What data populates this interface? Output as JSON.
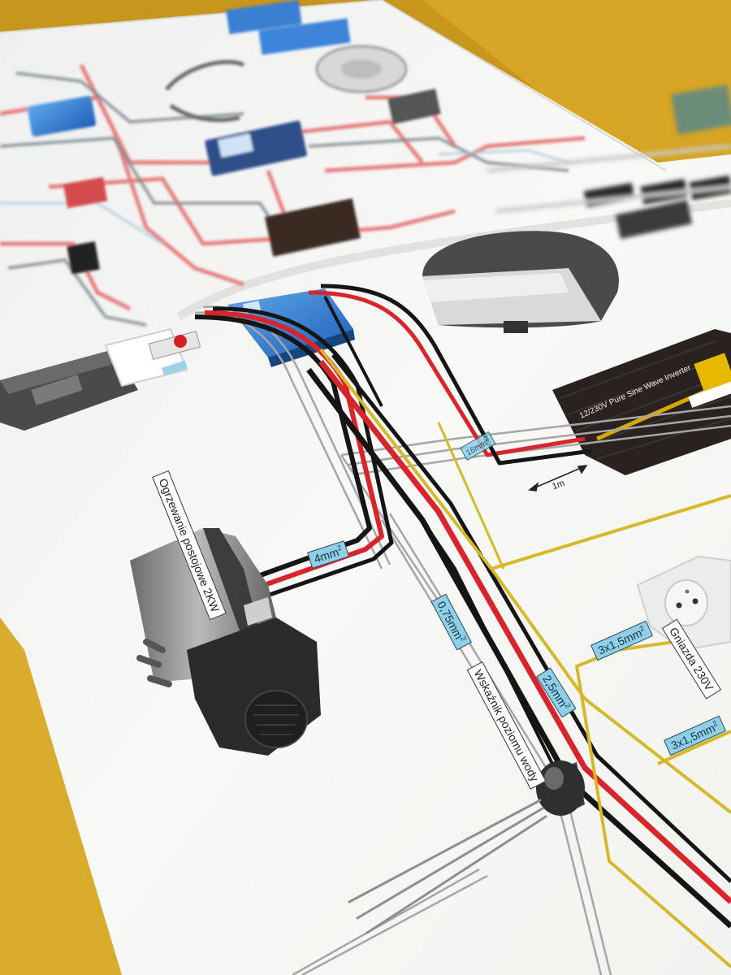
{
  "scene": {
    "description_kind": "photo of an open printed wiring-diagram booklet",
    "colors": {
      "background_yellow": "#d7a626",
      "paper": "#f7f7f5",
      "wire_red": "#d8252b",
      "wire_black": "#151515",
      "wire_yellow": "#d6b92a",
      "wire_grey": "#9a9a9a",
      "label_blue": "#8fd0e8"
    }
  },
  "labels": {
    "heater": "Ogrzewanie postojowe 2KW",
    "water_sensor": "Wskaźnik poziomu wody",
    "sockets": "Gniazda 230V",
    "inverter": "12/230V Pure Sine Wave Inverter",
    "measure": "1m"
  },
  "wire_labels": {
    "w4": "4mm",
    "w075": "0,75mm",
    "w25": "2,5mm",
    "w3x15a": "3x1,5mm",
    "w3x15b": "3x1,5mm",
    "wtop": "16mm",
    "sup": "2"
  },
  "icons": [
    "heater-icon",
    "water-level-sensor-icon",
    "wall-socket-icon",
    "inverter-icon",
    "charge-controller-icon",
    "battery-icon",
    "solar-panel-icon",
    "fridge-icon"
  ]
}
